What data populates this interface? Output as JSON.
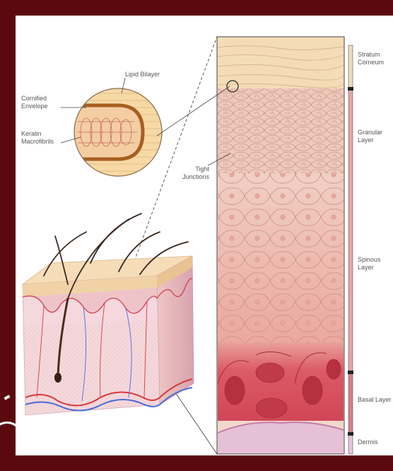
{
  "labels": {
    "lipid_bilayer": "Lipid Bilayer",
    "cornified_envelope": "Cornified Envelope",
    "keratin_macrofibrils": "Keratin Macrofibrils",
    "tight_junctions": "Tight Junctions",
    "stratum_corneum": "Stratum Corneum",
    "granular_layer": "Granular Layer",
    "spinous_layer": "Spinous Layer",
    "basal_layer": "Basal Layer",
    "dermis": "Dermis"
  },
  "colors": {
    "frame": "#5a0a0d",
    "stratum_corneum": "#f3dcb8",
    "granular": "#f2c9b8",
    "spinous": "#eeb6a6",
    "basal": "#d84a5a",
    "dermis": "#e8c0d4",
    "cornified_band": "#b06a2a"
  }
}
